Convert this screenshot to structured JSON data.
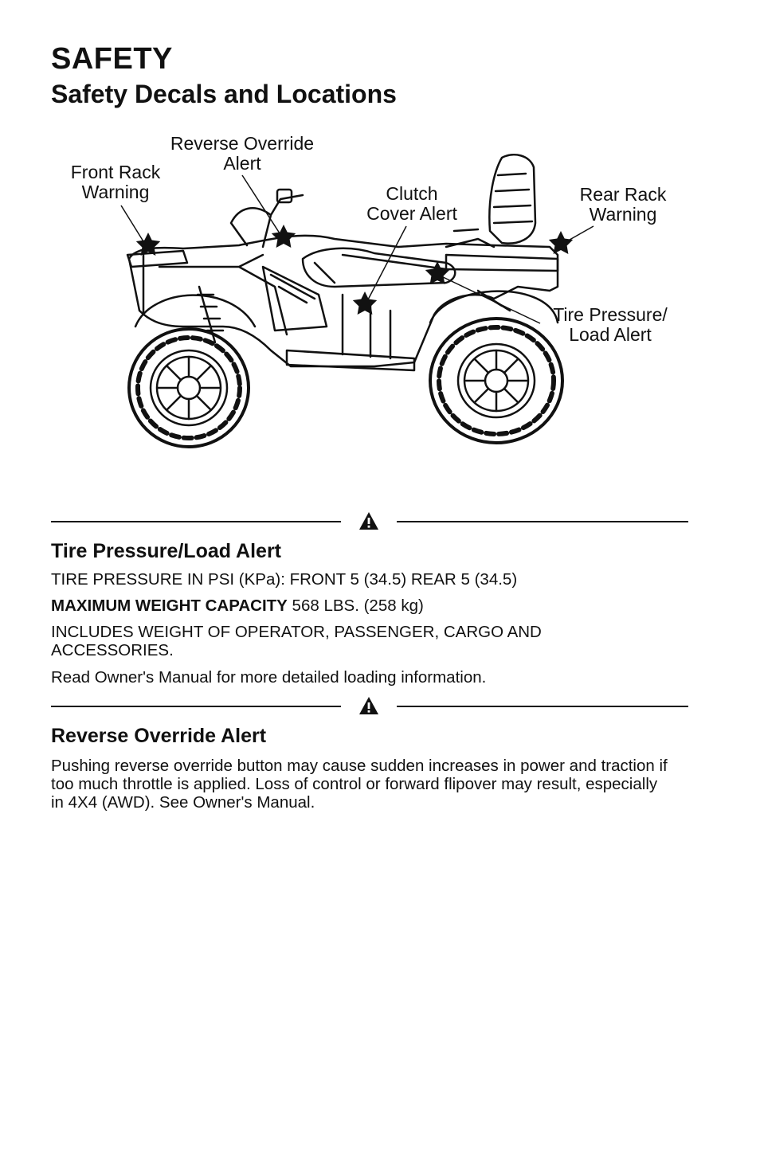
{
  "header": {
    "title": "SAFETY",
    "subtitle": "Safety Decals and Locations"
  },
  "diagram": {
    "callouts": {
      "front_rack": "Front Rack\nWarning",
      "reverse_override": "Reverse Override\nAlert",
      "clutch_cover": "Clutch\nCover Alert",
      "rear_rack": "Rear Rack\nWarning",
      "tire_pressure": "Tire Pressure/\nLoad Alert"
    },
    "marker_icon": "star-icon",
    "vehicle_icon": "atv-illustration"
  },
  "warning_icon": "warning-triangle-icon",
  "sections": {
    "tire_pressure": {
      "heading": "Tire Pressure/Load Alert",
      "line1": "TIRE PRESSURE IN PSI (KPa): FRONT 5 (34.5) REAR 5 (34.5)",
      "line2_bold": "MAXIMUM WEIGHT CAPACITY",
      "line2_rest": " 568 LBS. (258 kg)",
      "line3": "INCLUDES WEIGHT OF OPERATOR, PASSENGER, CARGO AND ACCESSORIES.",
      "line4": "Read Owner's Manual for more detailed loading information."
    },
    "reverse_override": {
      "heading": "Reverse Override Alert",
      "body": "Pushing reverse override button may cause sudden increases in power and traction if too much throttle is applied. Loss of control or forward flipover may result, especially in 4X4 (AWD). See Owner's Manual."
    }
  }
}
